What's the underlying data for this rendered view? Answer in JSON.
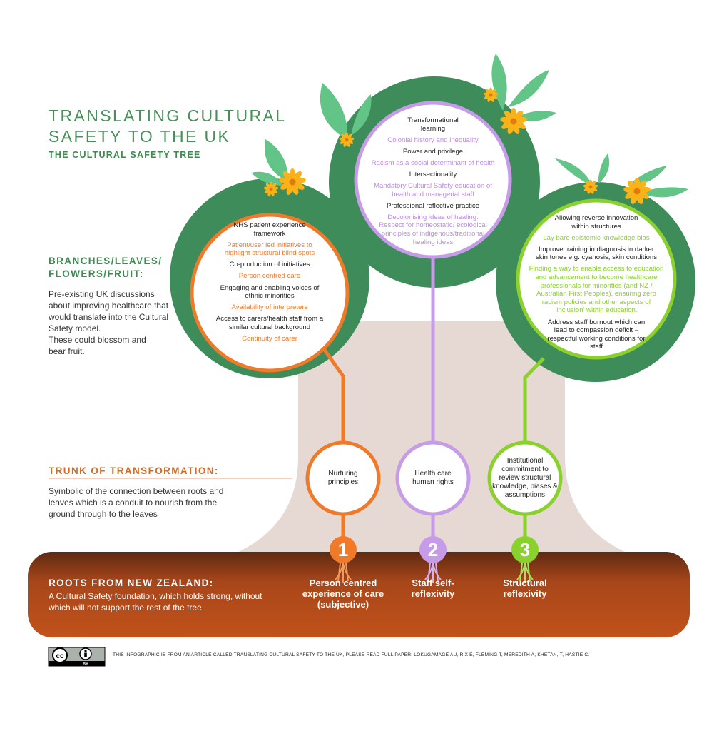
{
  "title": "TRANSLATING CULTURAL SAFETY TO THE UK",
  "subtitle": "THE CULTURAL SAFETY TREE",
  "branches": {
    "heading": "BRANCHES/LEAVES/ FLOWERS/FRUIT:",
    "text1": "Pre-existing UK discussions about improving healthcare that would translate into the Cultural Safety model.",
    "text2": "These could blossom and bear fruit."
  },
  "trunk": {
    "heading": "TRUNK OF TRANSFORMATION:",
    "text": "Symbolic of the connection between roots and leaves which is a conduit to nourish from the ground through to the leaves"
  },
  "roots": {
    "heading": "ROOTS FROM NEW ZEALAND:",
    "text": "A Cultural Safety foundation, which holds strong, without which will not support the rest of the tree."
  },
  "left_circle": [
    "NHS patient experience framework",
    "Patient/user led initiatives to highlight structural blind spots",
    "Co-production of initiatives",
    "Person centred care",
    "Engaging and enabling voices of ethnic minorities",
    "Availability of interpreters",
    "Access to carers/health staff from a similar cultural background",
    "Continuity of carer"
  ],
  "center_circle": [
    "Transformational learning",
    "Colonial history and inequality",
    "Power and privilege",
    "Racism as a social determinant of health",
    "Intersectionality",
    "Mandatory Cultural Safety education of health and managerial staff",
    "Professional reflective practice",
    "Decolonising ideas of healing: Respect for homeostatic/ ecological principles of indigenous/traditional healing ideas"
  ],
  "right_circle": [
    "Allowing reverse innovation within structures",
    "Lay bare epistemic knowledge bias",
    "Improve training in diagnosis in darker skin tones e.g. cyanosis, skin conditions",
    "Finding a way to enable access to education and advancement to become healthcare professionals for minorities (and NZ / Australian First Peoples), ensuring zero racism policies and other aspects of 'inclusion' within education.",
    "Address staff burnout which can lead to compassion deficit – respectful working conditions for staff"
  ],
  "trunk_circles": [
    "Nurturing principles",
    "Health care human rights",
    "Institutional commitment to review structural knowledge, biases & assumptions"
  ],
  "numbers": [
    "1",
    "2",
    "3"
  ],
  "root_labels": [
    "Person centred experience of care (subjective)",
    "Staff self-reflexivity",
    "Structural reflexivity"
  ],
  "license_badge": {
    "cc": "cc",
    "by": "BY"
  },
  "footer": "THIS INFOGRAPHIC IS FROM AN ARTICLE CALLED TRANSLATING CULTURAL SAFETY TO THE UK, PLEASE READ FULL PAPER: LOKUGAMAGE AU, RIX E, FLEMING T, MEREDITH A, KHETAN, T, HASTIE C.",
  "colors": {
    "canopy": "#3d8c5a",
    "trunk": "#e6d8d2",
    "soil": "#c1521a",
    "orange": "#ee7a2a",
    "purple": "#c69be8",
    "lime": "#8bd12e",
    "leaf": "#62c587",
    "flower": "#f9b318"
  }
}
